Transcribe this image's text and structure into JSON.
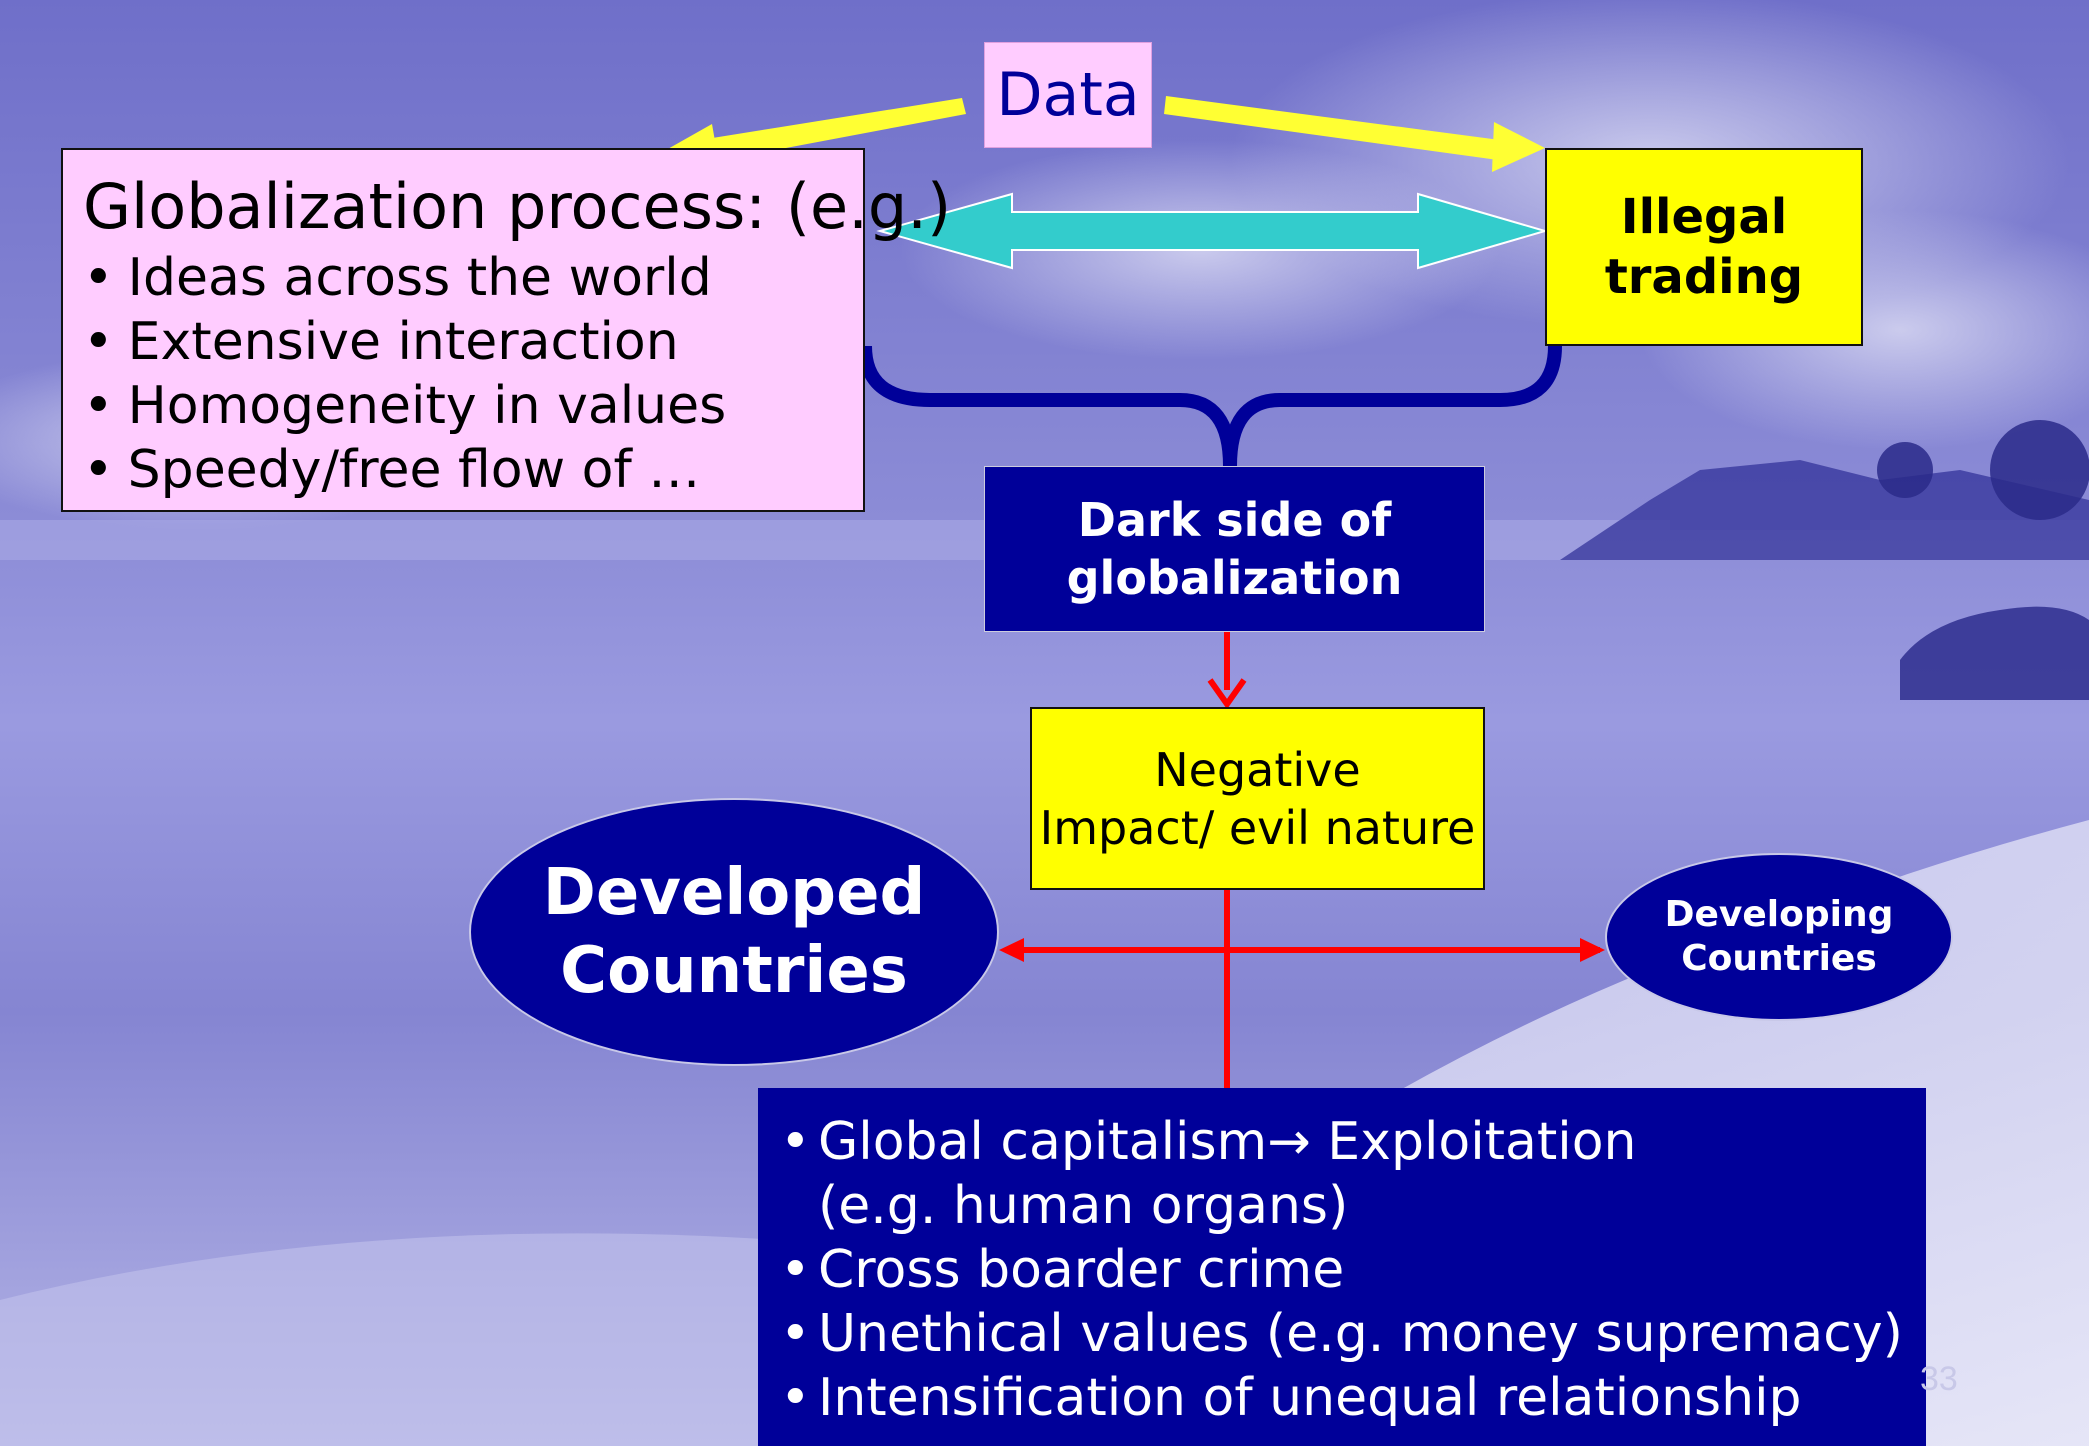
{
  "colors": {
    "pink": "#ffccff",
    "yellow": "#ffff00",
    "navy": "#000099",
    "teal": "#33cccc",
    "red": "#ff0000",
    "arrow_yellow": "#ffff33"
  },
  "data_box": {
    "label": "Data"
  },
  "globalization": {
    "title": "Globalization process: (e.g.)",
    "bullets": [
      "Ideas across the world",
      "Extensive interaction",
      "Homogeneity in values",
      "Speedy/free flow of …"
    ]
  },
  "illegal_trading": {
    "line1": "Illegal",
    "line2": "trading"
  },
  "dark_side": {
    "line1": "Dark side of",
    "line2": "globalization"
  },
  "negative": {
    "line1": "Negative",
    "line2": "Impact/ evil nature"
  },
  "developed": {
    "line1": "Developed",
    "line2": "Countries"
  },
  "developing": {
    "line1": "Developing",
    "line2": "Countries"
  },
  "effects": {
    "item1_line1": "Global capitalism→ Exploitation",
    "item1_line2": "(e.g. human organs)",
    "item2": "Cross boarder crime",
    "item3": "Unethical values (e.g. money supremacy)",
    "item4": "Intensification of unequal relationship"
  },
  "page_number": "33"
}
